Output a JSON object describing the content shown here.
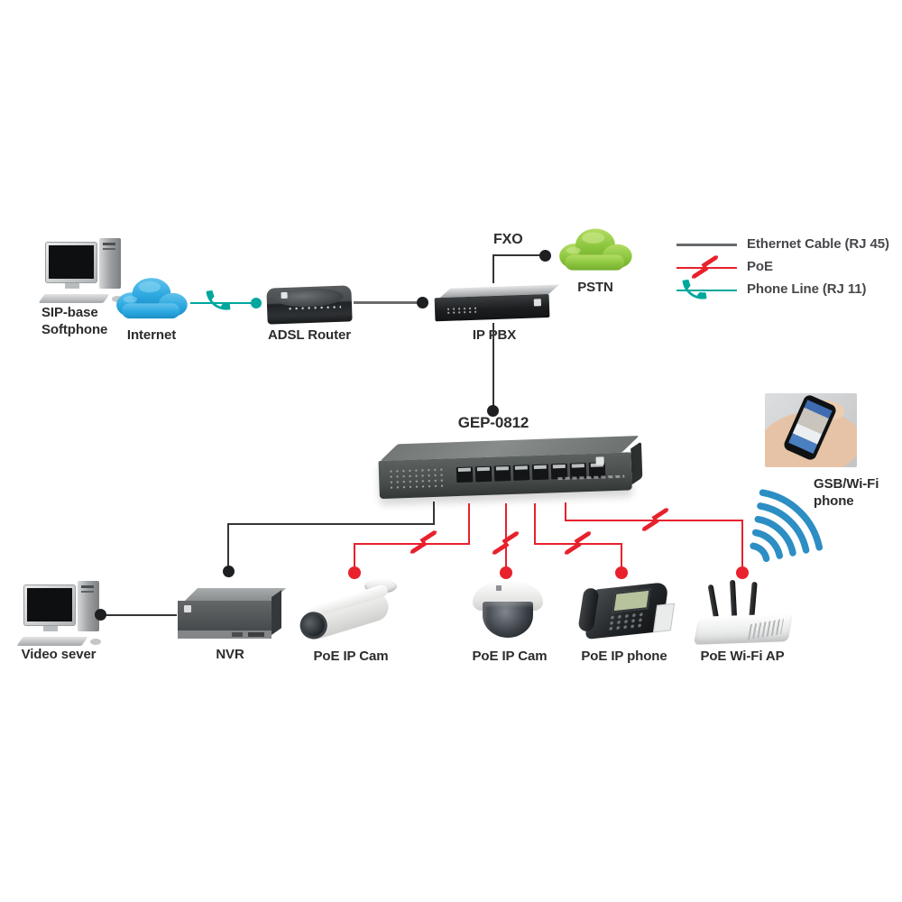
{
  "colors": {
    "poe_red": "#e8212d",
    "phone_line_teal": "#00a79d",
    "wifi_blue": "#2d8ec4",
    "internet_cloud_blue": "#2ca8e0",
    "pstn_cloud_green": "#8cc63f",
    "connector_dark": "#333537",
    "text": "#2b2c2e"
  },
  "legend": {
    "items": [
      {
        "id": "ethernet",
        "label": "Ethernet Cable (RJ 45)"
      },
      {
        "id": "poe",
        "label": "PoE"
      },
      {
        "id": "phone_line",
        "label": "Phone Line (RJ 11)"
      }
    ]
  },
  "labels": {
    "softphone1": "SIP-base",
    "softphone2": "Softphone",
    "internet": "Internet",
    "adsl": "ADSL Router",
    "ippbx": "IP PBX",
    "fxo": "FXO",
    "pstn": "PSTN",
    "switch": "GEP-0812",
    "gsb1": "GSB/Wi-Fi",
    "gsb2": "phone",
    "videoserver": "Video sever",
    "nvr": "NVR",
    "cam1": "PoE IP Cam",
    "cam2": "PoE IP Cam",
    "ipphone": "PoE IP phone",
    "ap": "PoE Wi-Fi AP"
  }
}
